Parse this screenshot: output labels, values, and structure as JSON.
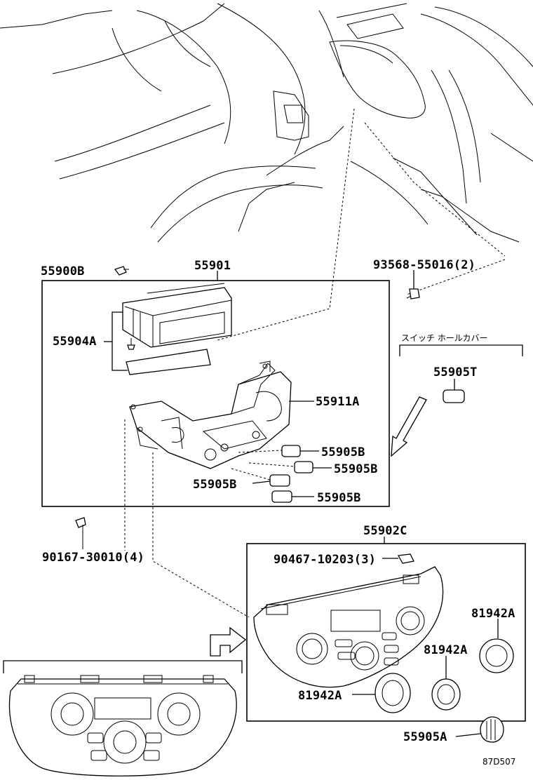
{
  "labels": {
    "p55900B": "55900B",
    "p55901": "55901",
    "p93568": "93568-55016(2)",
    "p55904A": "55904A",
    "p55911A": "55911A",
    "p55905T": "55905T",
    "p55905B_1": "55905B",
    "p55905B_2": "55905B",
    "p55905B_3": "55905B",
    "p55905B_4": "55905B",
    "p90167": "90167-30010(4)",
    "p55902C": "55902C",
    "p90467": "90467-10203(3)",
    "p81942A_1": "81942A",
    "p81942A_2": "81942A",
    "p81942A_3": "81942A",
    "p55905A": "55905A",
    "switch_cover_jp": "スイッチ ホールカバー",
    "figure_code": "87D507"
  }
}
